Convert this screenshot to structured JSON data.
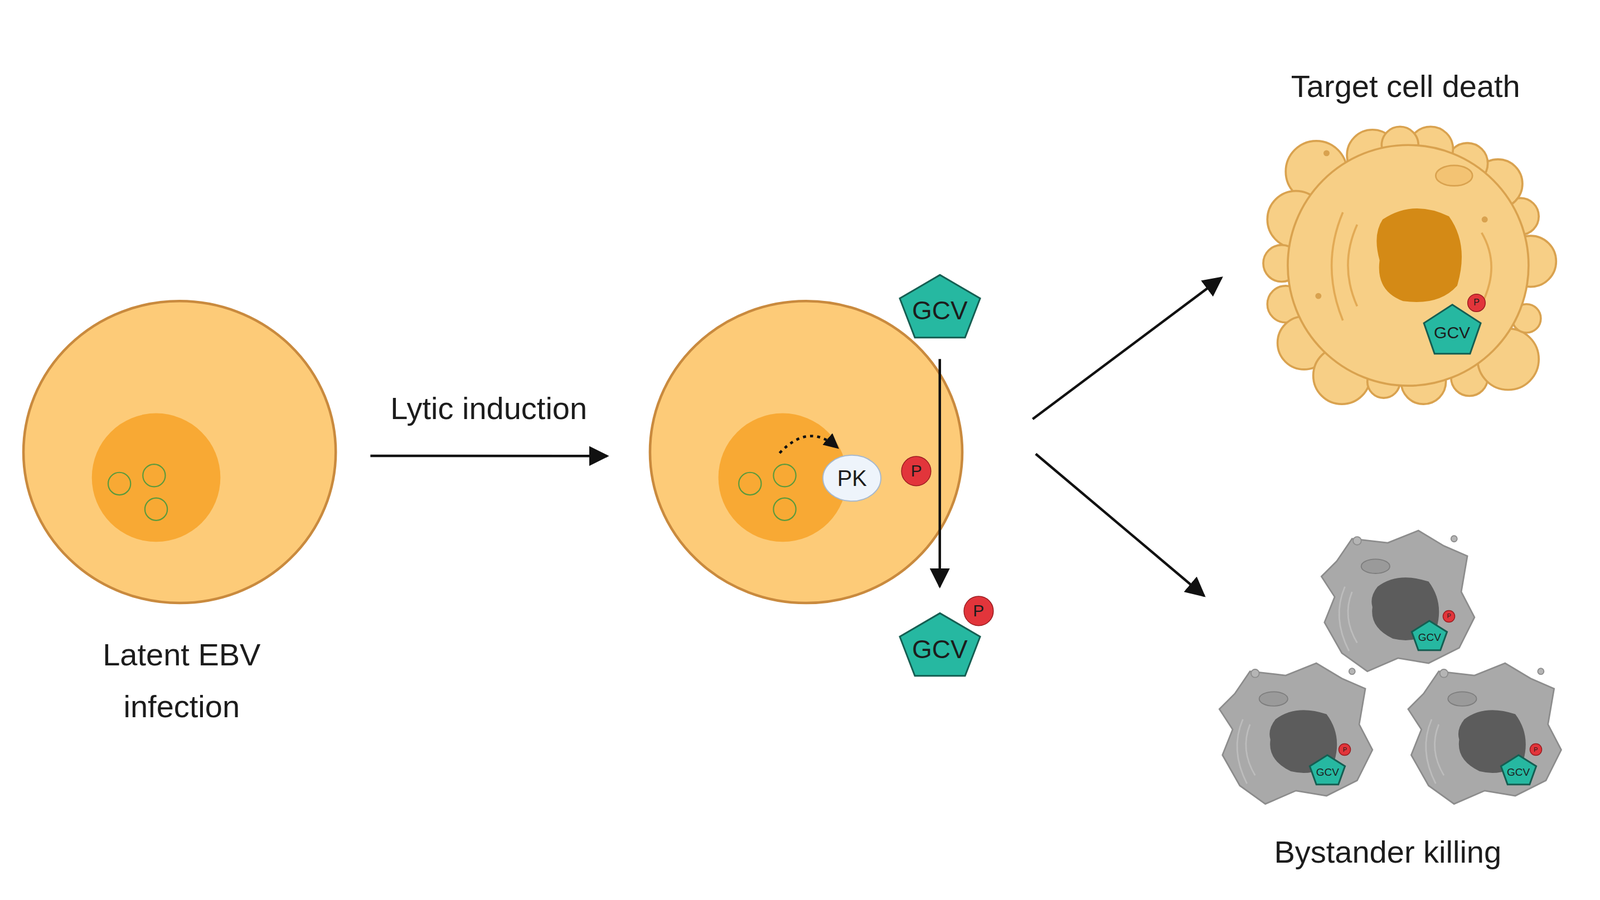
{
  "diagram": {
    "nodes": [
      {
        "text": [
          "Latent EBV infection"
        ]
      },
      {
        "text": []
      },
      {
        "text": [
          "PK"
        ],
        "in": 1
      },
      {
        "text": [
          "P"
        ],
        "in": 1
      },
      {
        "text": [
          "GCV"
        ]
      },
      {
        "text": [
          "GCV"
        ]
      },
      {
        "text": [
          "P"
        ],
        "in": 5
      },
      {
        "text": [
          "Target cell death"
        ]
      },
      {
        "text": [
          "GCV"
        ],
        "in": 7
      },
      {
        "text": [
          "P"
        ],
        "in": 8
      },
      {
        "text": [
          "Bystander killing"
        ]
      },
      {
        "text": [
          "GCV"
        ],
        "in": 10
      },
      {
        "text": [
          "P"
        ],
        "in": 11
      },
      {
        "text": [
          "GCV"
        ],
        "in": 10
      },
      {
        "text": [
          "P"
        ],
        "in": 13
      },
      {
        "text": [
          "GCV"
        ],
        "in": 10
      },
      {
        "text": [
          "P"
        ],
        "in": 15
      }
    ],
    "edges": [
      {
        "from": 0,
        "to": 1,
        "arrow": "to",
        "label": "Lytic induction"
      },
      {
        "from": 4,
        "to": 5,
        "arrow": "to"
      },
      {
        "from": 1,
        "to": 7,
        "arrow": "to"
      },
      {
        "from": 1,
        "to": 10,
        "arrow": "to"
      }
    ]
  }
}
